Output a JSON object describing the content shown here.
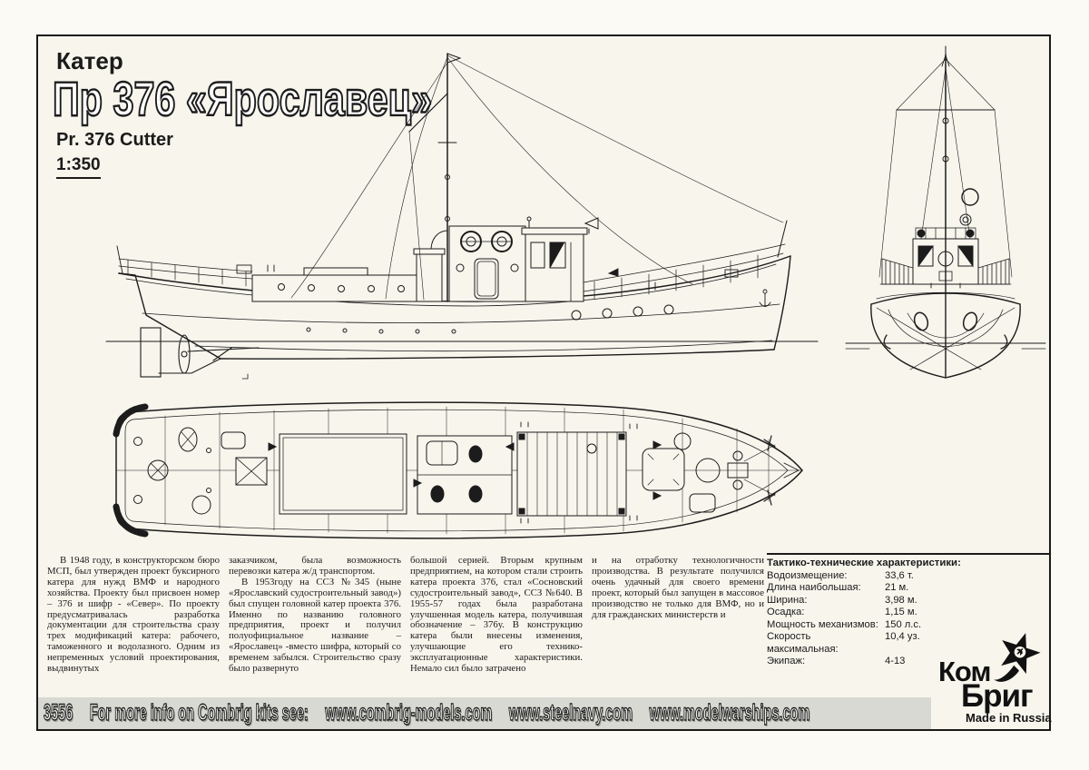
{
  "colors": {
    "paper": "#f7f5ec",
    "ink": "#1b1b1b",
    "footer_bar": "#d7d9d2"
  },
  "header": {
    "category": "Катер",
    "title": "Пр 376 «Ярославец»",
    "subtitle": "Pr. 376 Cutter",
    "scale": "1:350"
  },
  "history": {
    "columns": [
      {
        "paragraphs": [
          {
            "indent": true,
            "text": "В 1948 году, в конструкторском бюро МСП, был утвержден проект буксирного катера для нужд ВМФ и народного хозяйства. Проекту был присвоен номер – 376 и шифр - «Север». По проекту предусматривалась разработка документации для строительства сразу трех модификаций катера: рабочего, таможенного и водолазного. Одним из непременных условий проектирования, выдвинутых"
          }
        ]
      },
      {
        "paragraphs": [
          {
            "indent": false,
            "text": "заказчиком, была возможность перевозки катера ж/д транспортом."
          },
          {
            "indent": true,
            "text": "В 1953году на ССЗ №345 (ныне «Ярославский судостроительный завод») был спущен головной катер проекта 376. Именно по названию головного предприятия, проект и получил полуофициальное название – «Ярославец» -вместо шифра, который со временем забылся. Строительство сразу было развернуто"
          }
        ]
      },
      {
        "paragraphs": [
          {
            "indent": false,
            "text": "большой серией. Вторым крупным предприятием, на котором стали строить катера проекта 376, стал «Сосновский судостроительный завод», ССЗ №640. В 1955-57 годах была разработана улучшенная модель катера, получившая обозначение – 376у. В конструкцию катера были внесены изменения, улучшающие его технико-эксплуатационные характеристики. Немало сил было затрачено"
          }
        ]
      },
      {
        "paragraphs": [
          {
            "indent": false,
            "text": "и на отработку технологичности производства. В результате получился очень удачный для своего времени проект, который был запущен в массовое производство не только для ВМФ, но и для гражданских министерств и"
          }
        ]
      }
    ]
  },
  "specs": {
    "title": "Тактико-технические характеристики:",
    "rows": [
      {
        "label": "Водоизмещение:",
        "value": "33,6 т."
      },
      {
        "label": "Длина наибольшая:",
        "value": "21 м."
      },
      {
        "label": "Ширина:",
        "value": "3,98 м."
      },
      {
        "label": "Осадка:",
        "value": "1,15 м."
      },
      {
        "label": "Мощность механизмов:",
        "value": "150 л.с."
      },
      {
        "label": "Скорость максимальная:",
        "value": "10,4 уз."
      },
      {
        "label": "Экипаж:",
        "value": "4-13"
      }
    ]
  },
  "footer": {
    "kit_number": "3556",
    "info_text": "For more info on Combrig kits see:",
    "websites": [
      "www.combrig-models.com",
      "www.steelnavy.com",
      "www.modelwarships.com"
    ]
  },
  "logo": {
    "line1": "Ком",
    "line2": "Бриг",
    "made_in": "Made in Russia"
  }
}
